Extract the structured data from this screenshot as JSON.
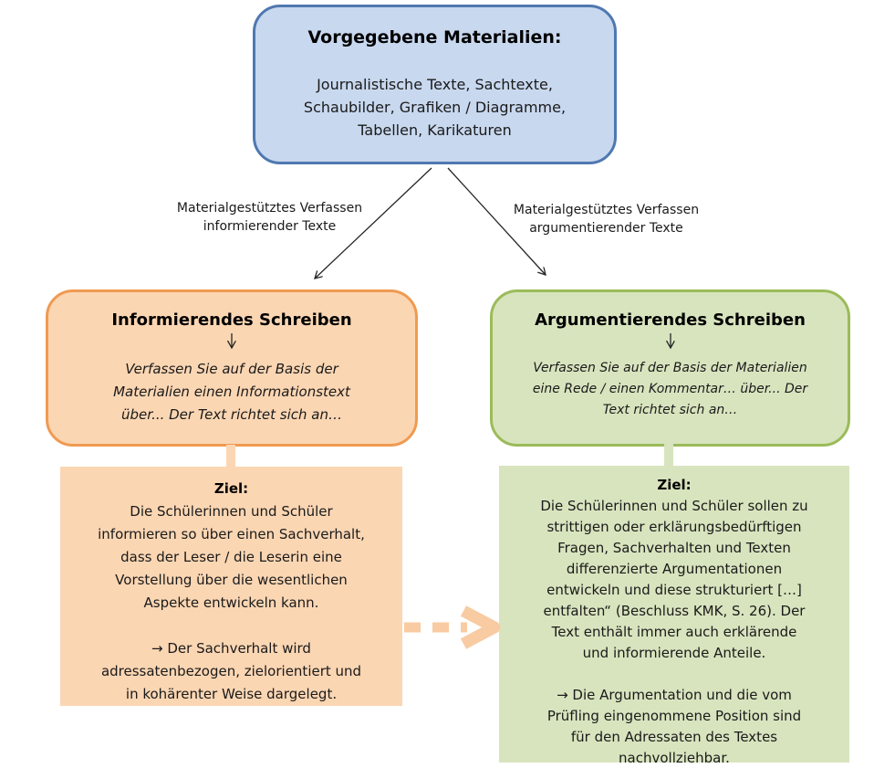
{
  "materials_box": {
    "title": "Vorgegebene Materialien:",
    "body": "Journalistische Texte, Sachtexte,\nSchaubilder, Grafiken / Diagramme,\nTabellen, Karikaturen"
  },
  "branch_labels": {
    "left": "Materialgestütztes Verfassen\ninformierender Texte",
    "right": "Materialgestütztes Verfassen\nargumentierender Texte"
  },
  "informing_box": {
    "title": "Informierendes Schreiben",
    "prompt": "Verfassen Sie auf der Basis der\nMaterialien einen Informationstext\nüber... Der Text richtet sich an…"
  },
  "arguing_box": {
    "title": "Argumentierendes Schreiben",
    "prompt": "Verfassen Sie auf der Basis der Materialien\neine Rede / einen Kommentar… über... Der\nText richtet sich an…"
  },
  "informing_goal": {
    "heading": "Ziel:",
    "body": "Die Schülerinnen und Schüler\ninformieren so über einen Sachverhalt,\ndass der Leser / die Leserin eine\nVorstellung über die wesentlichen\nAspekte entwickeln kann.",
    "note": "→ Der Sachverhalt wird\nadressatenbezogen, zielorientiert und\nin kohärenter Weise dargelegt."
  },
  "arguing_goal": {
    "heading": "Ziel:",
    "body": "Die Schülerinnen und Schüler sollen zu\nstrittigen oder erklärungsbedürftigen\nFragen, Sachverhalten und Texten\ndifferenzierte Argumentationen\nentwickeln und diese strukturiert […]\nentfalten“ (Beschluss KMK, S. 26). Der\nText enthält immer auch erklärende\nund informierende Anteile.",
    "note": "→ Die Argumentation und die vom\nPrüfling eingenommene Position sind\nfür den Adressaten des Textes\nnachvollziehbar."
  },
  "colors": {
    "materials_fill": "#C8D8EF",
    "materials_border": "#4F78B0",
    "inform_fill": "#FBD6B3",
    "inform_border": "#F09A51",
    "argue_fill": "#D8E4BE",
    "argue_border": "#9BBB59",
    "dashed_arrow": "#F8CBA2",
    "line": "#262626",
    "canvas_bg": "#FFFFFF"
  }
}
